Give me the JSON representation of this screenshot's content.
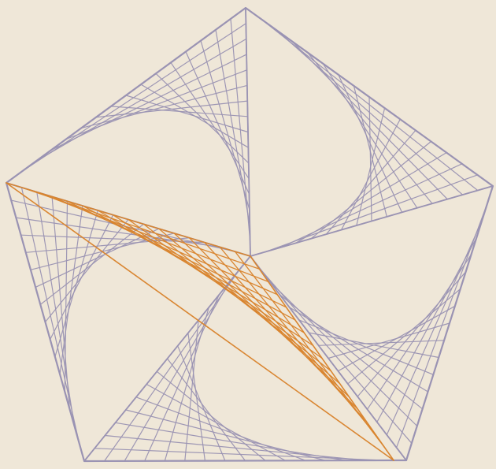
{
  "figure": {
    "colors": {
      "background": "#efe7d8",
      "primary_lines": "#9a93b3",
      "accent_lines": "#d9852f"
    },
    "pentagon_count": 1,
    "envelope_blades": 5,
    "highlighted_blade": "left-to-bottom"
  }
}
